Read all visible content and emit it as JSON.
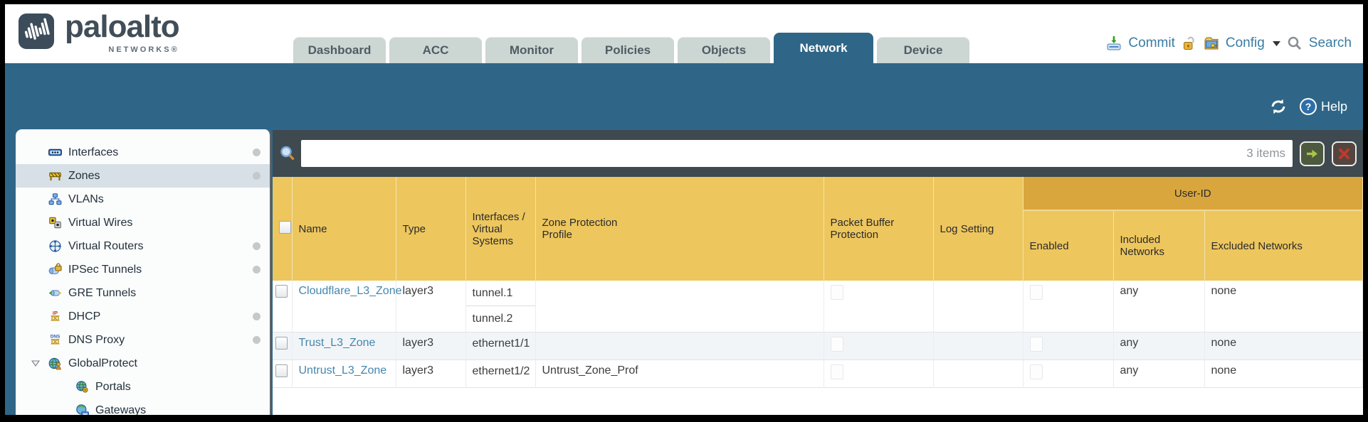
{
  "brand": {
    "name": "paloalto",
    "subtitle": "NETWORKS®",
    "logo_icon": "paloalto-logo-icon"
  },
  "nav_tabs": [
    {
      "label": "Dashboard",
      "active": false
    },
    {
      "label": "ACC",
      "active": false
    },
    {
      "label": "Monitor",
      "active": false
    },
    {
      "label": "Policies",
      "active": false
    },
    {
      "label": "Objects",
      "active": false
    },
    {
      "label": "Network",
      "active": true
    },
    {
      "label": "Device",
      "active": false
    }
  ],
  "utilities": {
    "commit_label": "Commit",
    "commit_icon": "commit-icon",
    "lock_icon": "lock-icon",
    "config_label": "Config",
    "config_icon": "config-icon",
    "caret_icon": "caret-down-icon",
    "search_label": "Search",
    "search_icon": "search-icon"
  },
  "content_toolbar": {
    "refresh_icon": "refresh-icon",
    "help_icon": "help-icon",
    "help_label": "Help"
  },
  "sidebar": {
    "items": [
      {
        "label": "Interfaces",
        "icon": "interfaces-icon",
        "selected": false,
        "dot": true,
        "indent": false,
        "expander": false
      },
      {
        "label": "Zones",
        "icon": "zones-icon",
        "selected": true,
        "dot": true,
        "indent": false,
        "expander": false
      },
      {
        "label": "VLANs",
        "icon": "vlans-icon",
        "selected": false,
        "dot": false,
        "indent": false,
        "expander": false
      },
      {
        "label": "Virtual Wires",
        "icon": "virtual-wires-icon",
        "selected": false,
        "dot": false,
        "indent": false,
        "expander": false
      },
      {
        "label": "Virtual Routers",
        "icon": "virtual-routers-icon",
        "selected": false,
        "dot": true,
        "indent": false,
        "expander": false
      },
      {
        "label": "IPSec Tunnels",
        "icon": "ipsec-tunnels-icon",
        "selected": false,
        "dot": true,
        "indent": false,
        "expander": false
      },
      {
        "label": "GRE Tunnels",
        "icon": "gre-tunnels-icon",
        "selected": false,
        "dot": false,
        "indent": false,
        "expander": false
      },
      {
        "label": "DHCP",
        "icon": "dhcp-icon",
        "selected": false,
        "dot": true,
        "indent": false,
        "expander": false
      },
      {
        "label": "DNS Proxy",
        "icon": "dns-proxy-icon",
        "selected": false,
        "dot": true,
        "indent": false,
        "expander": false
      },
      {
        "label": "GlobalProtect",
        "icon": "globalprotect-icon",
        "selected": false,
        "dot": false,
        "indent": false,
        "expander": true
      },
      {
        "label": "Portals",
        "icon": "portals-icon",
        "selected": false,
        "dot": false,
        "indent": true,
        "expander": false
      },
      {
        "label": "Gateways",
        "icon": "gateways-icon",
        "selected": false,
        "dot": false,
        "indent": true,
        "expander": false
      }
    ]
  },
  "filter": {
    "search_icon": "filter-search-icon",
    "value": "",
    "items_count": "3 items",
    "apply_icon": "apply-filter-arrow-icon",
    "clear_icon": "clear-filter-x-icon"
  },
  "table": {
    "group_header": "User-ID",
    "columns": [
      "Name",
      "Type",
      "Interfaces / Virtual Systems",
      "Zone Protection Profile",
      "Packet Buffer Protection",
      "Log Setting",
      "Enabled",
      "Included Networks",
      "Excluded Networks"
    ],
    "rows": [
      {
        "name": "Cloudflare_L3_Zone",
        "type": "layer3",
        "interfaces": [
          "tunnel.1",
          "tunnel.2"
        ],
        "zone_protection_profile": "",
        "packet_buffer_protection": false,
        "log_setting": "",
        "user_id_enabled": false,
        "included_networks": "any",
        "excluded_networks": "none"
      },
      {
        "name": "Trust_L3_Zone",
        "type": "layer3",
        "interfaces": [
          "ethernet1/1"
        ],
        "zone_protection_profile": "",
        "packet_buffer_protection": false,
        "log_setting": "",
        "user_id_enabled": false,
        "included_networks": "any",
        "excluded_networks": "none"
      },
      {
        "name": "Untrust_L3_Zone",
        "type": "layer3",
        "interfaces": [
          "ethernet1/2"
        ],
        "zone_protection_profile": "Untrust_Zone_Prof",
        "packet_buffer_protection": false,
        "log_setting": "",
        "user_id_enabled": false,
        "included_networks": "any",
        "excluded_networks": "none"
      }
    ]
  },
  "colors": {
    "top_band": "#2F6687",
    "table_header": "#EDC65E",
    "user_id_band": "#D9A63E",
    "link": "#4387AE",
    "filter_bar": "#3E4950",
    "selected_sidebar_item": "#D6E0E6",
    "inactive_tab": "#CCD6D3"
  }
}
